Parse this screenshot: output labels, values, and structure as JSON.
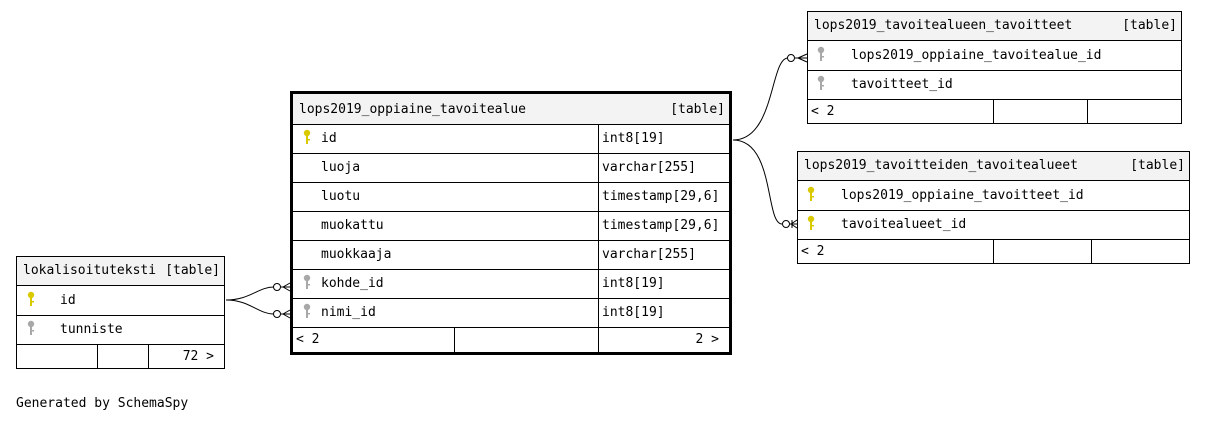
{
  "tables": {
    "main": {
      "name": "lops2019_oppiaine_tavoitealue",
      "type": "[table]",
      "columns": [
        {
          "name": "id",
          "type": "int8[19]",
          "key": "primary"
        },
        {
          "name": "luoja",
          "type": "varchar[255]",
          "key": "none"
        },
        {
          "name": "luotu",
          "type": "timestamp[29,6]",
          "key": "none"
        },
        {
          "name": "muokattu",
          "type": "timestamp[29,6]",
          "key": "none"
        },
        {
          "name": "muokkaaja",
          "type": "varchar[255]",
          "key": "none"
        },
        {
          "name": "kohde_id",
          "type": "int8[19]",
          "key": "foreign"
        },
        {
          "name": "nimi_id",
          "type": "int8[19]",
          "key": "foreign"
        }
      ],
      "footer_left": "< 2",
      "footer_right": "2 >"
    },
    "lokalisoituteksti": {
      "name": "lokalisoituteksti",
      "type": "[table]",
      "columns": [
        {
          "name": "id",
          "key": "primary"
        },
        {
          "name": "tunniste",
          "key": "foreign"
        }
      ],
      "footer_right": "72 >"
    },
    "tavoitteet": {
      "name": "lops2019_tavoitealueen_tavoitteet",
      "type": "[table]",
      "columns": [
        {
          "name": "lops2019_oppiaine_tavoitealue_id",
          "key": "foreign"
        },
        {
          "name": "tavoitteet_id",
          "key": "foreign"
        }
      ],
      "footer_left": "< 2"
    },
    "tavoitealueet": {
      "name": "lops2019_tavoitteiden_tavoitealueet",
      "type": "[table]",
      "columns": [
        {
          "name": "lops2019_oppiaine_tavoitteet_id",
          "key": "primary"
        },
        {
          "name": "tavoitealueet_id",
          "key": "primary"
        }
      ],
      "footer_left": "< 2"
    }
  },
  "generated_by": "Generated by SchemaSpy",
  "colors": {
    "primary_key": "#d9c900",
    "foreign_key": "#a8a8a8",
    "header_bg": "#f3f3f3"
  }
}
